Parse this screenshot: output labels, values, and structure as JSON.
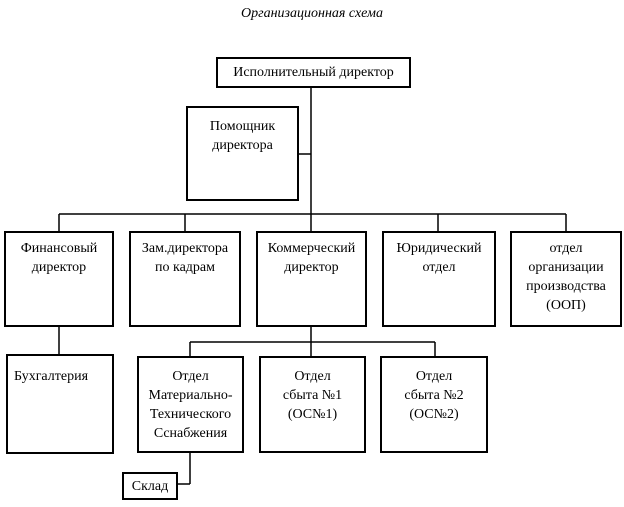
{
  "title": "Организационная схема",
  "nodes": {
    "executive": "Исполнительный директор",
    "assistant": "Помощник\nдиректора",
    "finance": "Финансовый\nдиректор",
    "hr": "Зам.директора\nпо кадрам",
    "commercial": "Коммерческий\nдиректор",
    "legal": "Юридический\nотдел",
    "oop": "отдел\nорганизации\nпроизводства\n(ООП)",
    "accounting": "Бухгалтерия",
    "supply": "Отдел\nМатериально-\nТехнического\nСснабжения",
    "sales1": "Отдел\nсбыта №1\n(ОС№1)",
    "sales2": "Отдел\nсбыта №2\n(ОС№2)",
    "warehouse": "Склад"
  }
}
